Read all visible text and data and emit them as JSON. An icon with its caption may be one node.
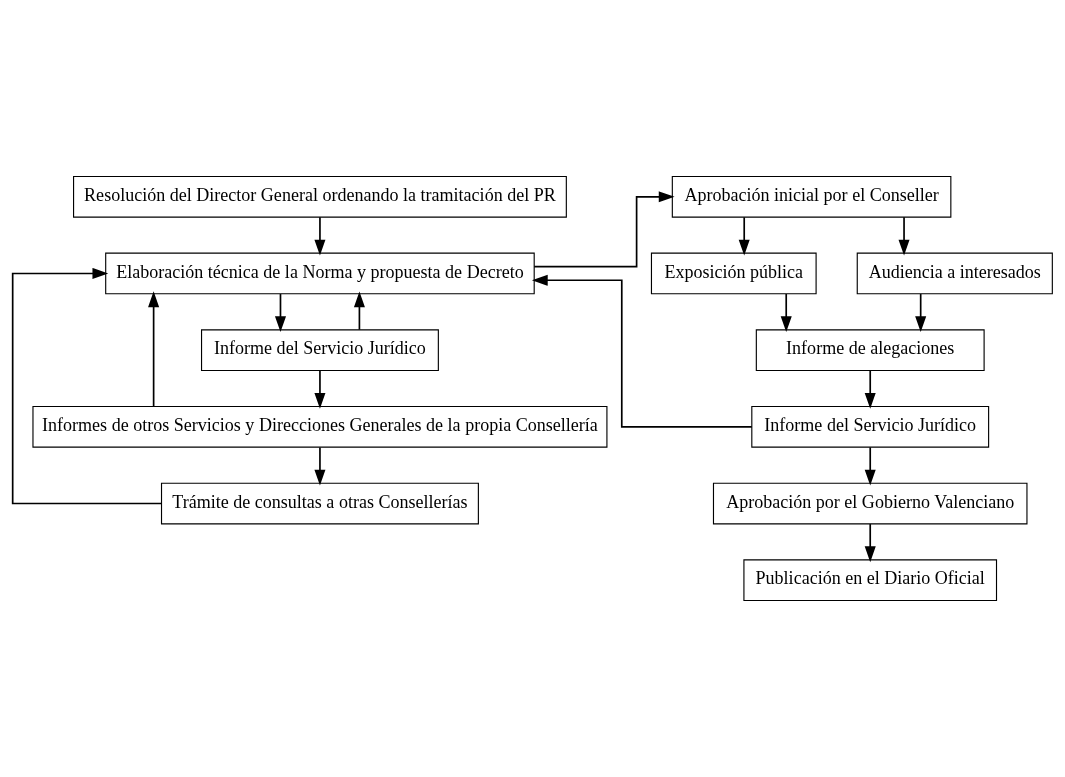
{
  "diagram": {
    "nodes": [
      {
        "text": [
          "Resolución del Director General ordenando la tramitación del PR"
        ]
      },
      {
        "text": [
          "Elaboración técnica de la Norma y propuesta de Decreto"
        ]
      },
      {
        "text": [
          "Informe del Servicio Jurídico"
        ]
      },
      {
        "text": [
          "Informes de otros Servicios y Direcciones Generales de la propia Consellería"
        ]
      },
      {
        "text": [
          "Trámite de consultas a otras Consellerías"
        ]
      },
      {
        "text": [
          "Aprobación inicial por el Conseller"
        ]
      },
      {
        "text": [
          "Exposición pública"
        ]
      },
      {
        "text": [
          "Audiencia a interesados"
        ]
      },
      {
        "text": [
          "Informe de alegaciones"
        ]
      },
      {
        "text": [
          "Informe del Servicio Jurídico"
        ]
      },
      {
        "text": [
          "Aprobación por el Gobierno Valenciano"
        ]
      },
      {
        "text": [
          "Publicación en el Diario Oficial"
        ]
      }
    ],
    "edges": [
      {
        "from": 0,
        "to": 1,
        "arrow": "to"
      },
      {
        "from": 1,
        "to": 2,
        "arrow": "to"
      },
      {
        "from": 2,
        "to": 3,
        "arrow": "to"
      },
      {
        "from": 3,
        "to": 4,
        "arrow": "to"
      },
      {
        "from": 2,
        "to": 1,
        "arrow": "to"
      },
      {
        "from": 3,
        "to": 1,
        "arrow": "to"
      },
      {
        "from": 4,
        "to": 1,
        "arrow": "to"
      },
      {
        "from": 1,
        "to": 5,
        "arrow": "to"
      },
      {
        "from": 5,
        "to": 6,
        "arrow": "to"
      },
      {
        "from": 5,
        "to": 7,
        "arrow": "to"
      },
      {
        "from": 6,
        "to": 8,
        "arrow": "to"
      },
      {
        "from": 7,
        "to": 8,
        "arrow": "to"
      },
      {
        "from": 8,
        "to": 9,
        "arrow": "to"
      },
      {
        "from": 9,
        "to": 1,
        "arrow": "to"
      },
      {
        "from": 9,
        "to": 10,
        "arrow": "to"
      },
      {
        "from": 10,
        "to": 11,
        "arrow": "to"
      }
    ]
  }
}
